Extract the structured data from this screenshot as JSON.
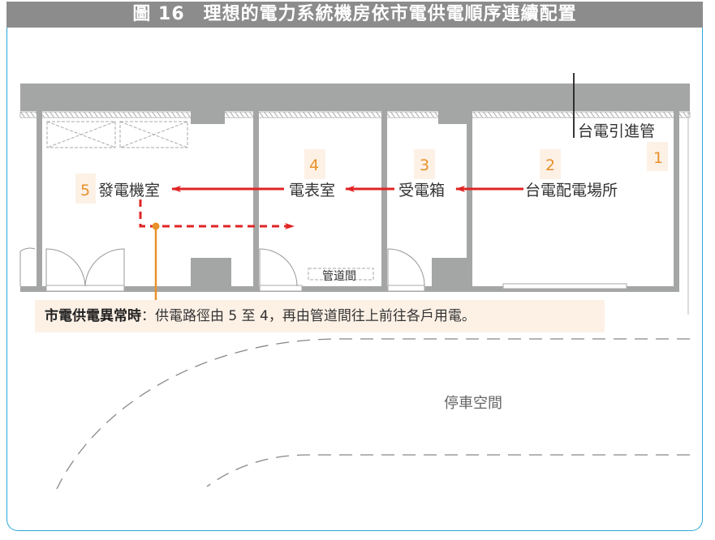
{
  "title": "圖 16　理想的電力系統機房依市電供電順序連續配置",
  "rooms": {
    "generator_room": {
      "number": "5",
      "label": "發電機室"
    },
    "meter_room": {
      "number": "4",
      "label": "電表室"
    },
    "receiving_box": {
      "number": "3",
      "label": "受電箱"
    },
    "taipower_station": {
      "number": "2",
      "label": "台電配電場所"
    },
    "incoming_conduit": {
      "number": "1",
      "label": "台電引進管"
    },
    "pipe_shaft": {
      "label": "管道間"
    }
  },
  "callout": {
    "heading": "市電供電異常時",
    "text": "：供電路徑由 5 至 4，再由管道間往上前往各戶用電。"
  },
  "parking": {
    "label": "停車空間"
  },
  "colors": {
    "arrow": "#e02424",
    "accent": "#e8912a",
    "wall": "#a4a5a5",
    "frame": "#2aa6d8"
  }
}
